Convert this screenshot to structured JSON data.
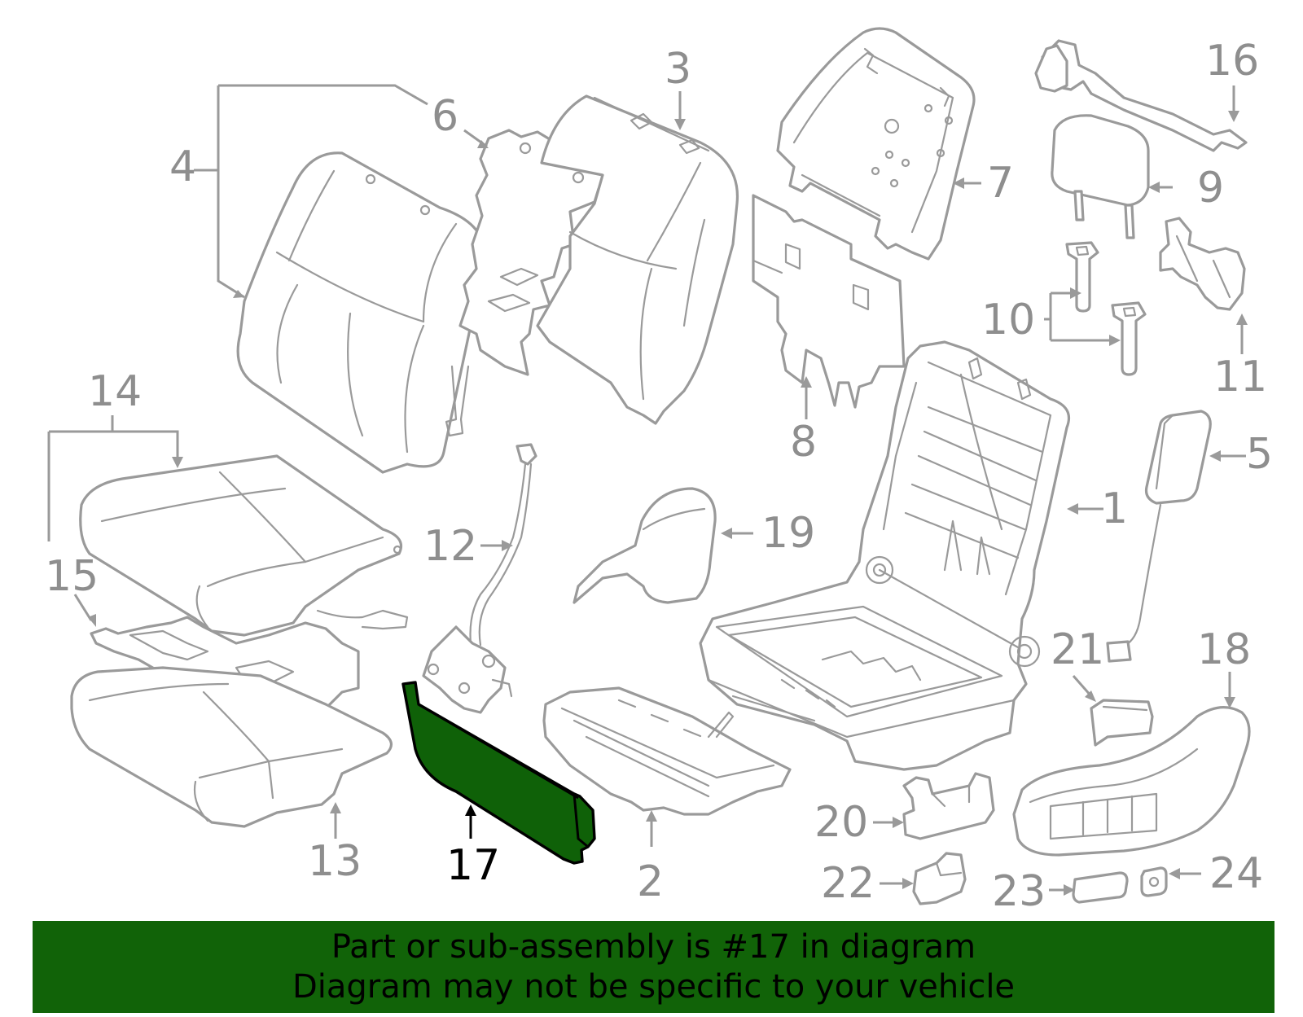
{
  "diagram": {
    "highlighted_part": "17",
    "highlight_color": "#116308",
    "callouts": [
      "1",
      "2",
      "3",
      "4",
      "5",
      "6",
      "7",
      "8",
      "9",
      "10",
      "11",
      "12",
      "13",
      "14",
      "15",
      "16",
      "17",
      "18",
      "19",
      "20",
      "21",
      "22",
      "23",
      "24"
    ]
  },
  "banner": {
    "line1": "Part or sub-assembly is #17 in diagram",
    "line2": "Diagram may not be specific to your vehicle",
    "background": "#116308"
  }
}
